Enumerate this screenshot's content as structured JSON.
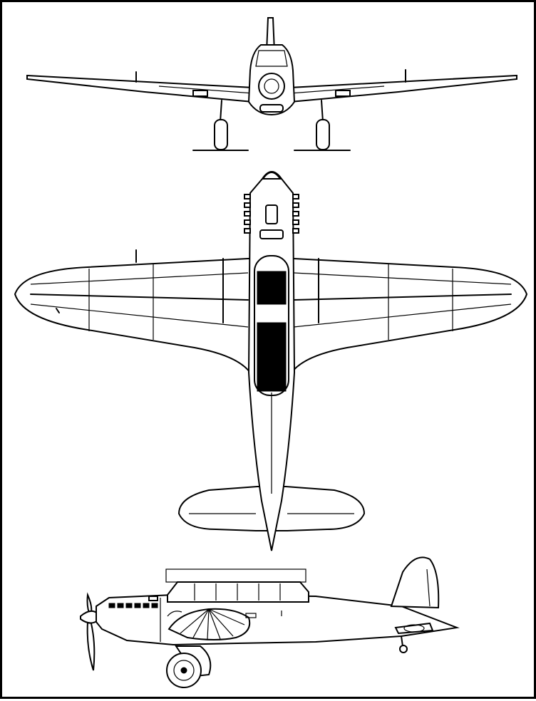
{
  "drawing": {
    "views": [
      "front",
      "top",
      "side"
    ],
    "colors": {
      "ink": "#000000",
      "paper": "#ffffff"
    }
  }
}
